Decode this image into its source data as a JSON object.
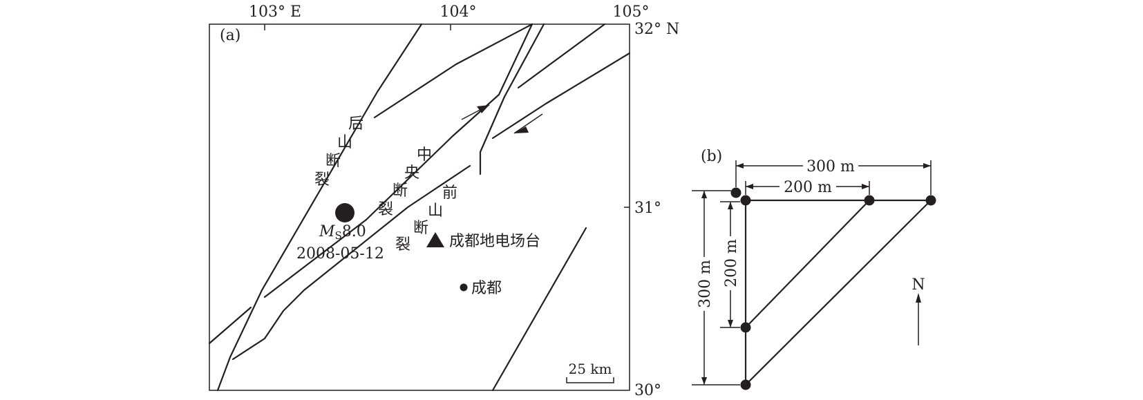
{
  "panel_a": {
    "label": "(a)",
    "lon_ticks": [
      "103° E",
      "104°",
      "105°"
    ],
    "lat_ticks": [
      "32° N",
      "31°",
      "30°"
    ],
    "faults": {
      "houshan": [
        "后",
        "山",
        "断",
        "裂"
      ],
      "zhongyang": [
        "中",
        "央",
        "断",
        "裂"
      ],
      "qianshan": [
        "前",
        "山",
        "断",
        "裂"
      ]
    },
    "earthquake": {
      "magnitude_prefix": "M",
      "magnitude_sub": "S",
      "magnitude_value": "8.0",
      "date": "2008-05-12"
    },
    "station_label": "成都地电场台",
    "city_label": "成都",
    "scale_label": "25 km"
  },
  "panel_b": {
    "label": "(b)",
    "dim_300_top": "300 m",
    "dim_200_top": "200 m",
    "dim_300_left": "300 m",
    "dim_200_left": "200 m",
    "north_label": "N"
  },
  "colors": {
    "ink": "#231f20",
    "background": "#ffffff"
  }
}
